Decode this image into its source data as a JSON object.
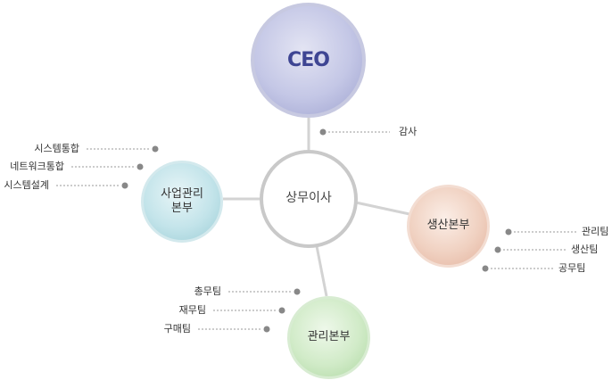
{
  "ceo": {
    "label": "CEO"
  },
  "executive": {
    "label": "상무이사"
  },
  "audit": {
    "label": "감사"
  },
  "divisions": {
    "management": {
      "line1": "사업관리",
      "line2": "본부",
      "teams": [
        "시스템통합",
        "네트워크통합",
        "시스템설계"
      ]
    },
    "production": {
      "label": "생산본부",
      "teams": [
        "관리팀",
        "생산팀",
        "공무팀"
      ]
    },
    "administration": {
      "label": "관리본부",
      "teams": [
        "총무팀",
        "재무팀",
        "구매팀"
      ]
    }
  },
  "colors": {
    "ceo_fill": "#c4c7e6",
    "ceo_text": "#3e4593",
    "management_fill": "#c3e4ea",
    "production_fill": "#f0d1c1",
    "administration_fill": "#d1ebc8",
    "connector": "#d3d3d3",
    "bullet": "#888888"
  }
}
